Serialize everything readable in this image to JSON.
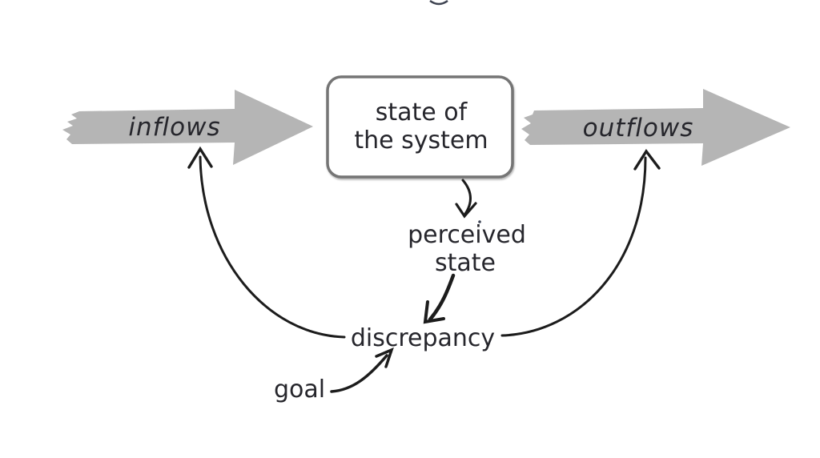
{
  "diagram": {
    "labels": {
      "inflow": "inflows",
      "outflow": "outflows",
      "stock_line1": "state of",
      "stock_line2": "the system",
      "perceived_line1": "perceived",
      "perceived_line2": "state",
      "discrepancy": "discrepancy",
      "goal": "goal"
    },
    "colors": {
      "background": "#ffffff",
      "flow-arrow-fill": "#b5b5b5",
      "ink": "#26262c",
      "box-border": "#757575",
      "box-fill": "#ffffff",
      "connector": "#1c1c1c"
    }
  }
}
